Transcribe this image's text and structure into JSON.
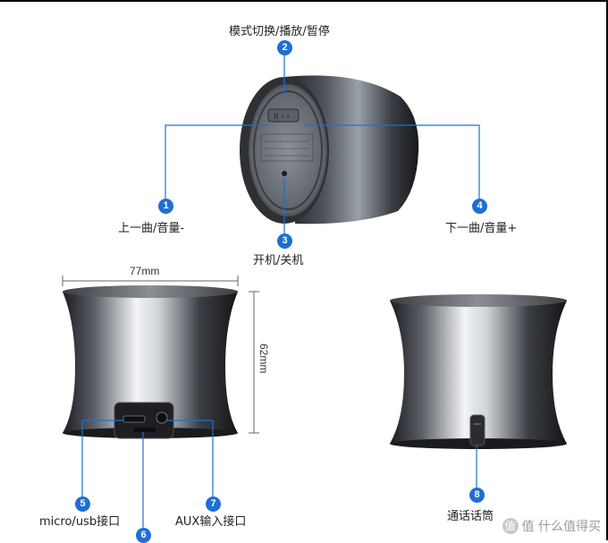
{
  "labels": {
    "mode": "模式切换/播放/暂停",
    "prev": "上一曲/音量-",
    "power": "开机/关机",
    "next": "下一曲/音量+",
    "micro_usb": "micro/usb接口",
    "aux": "AUX输入接口",
    "mic": "通话话筒"
  },
  "badges": [
    "1",
    "2",
    "3",
    "4",
    "5",
    "6",
    "7",
    "8"
  ],
  "dimensions": {
    "width": "77mm",
    "height": "62mm"
  },
  "watermark": {
    "text": "值 什么值得买",
    "logo": "值"
  },
  "colors": {
    "accent": "#1f6fd1",
    "metal_dark": "#2b2d31",
    "metal_light": "#e9ecef"
  }
}
